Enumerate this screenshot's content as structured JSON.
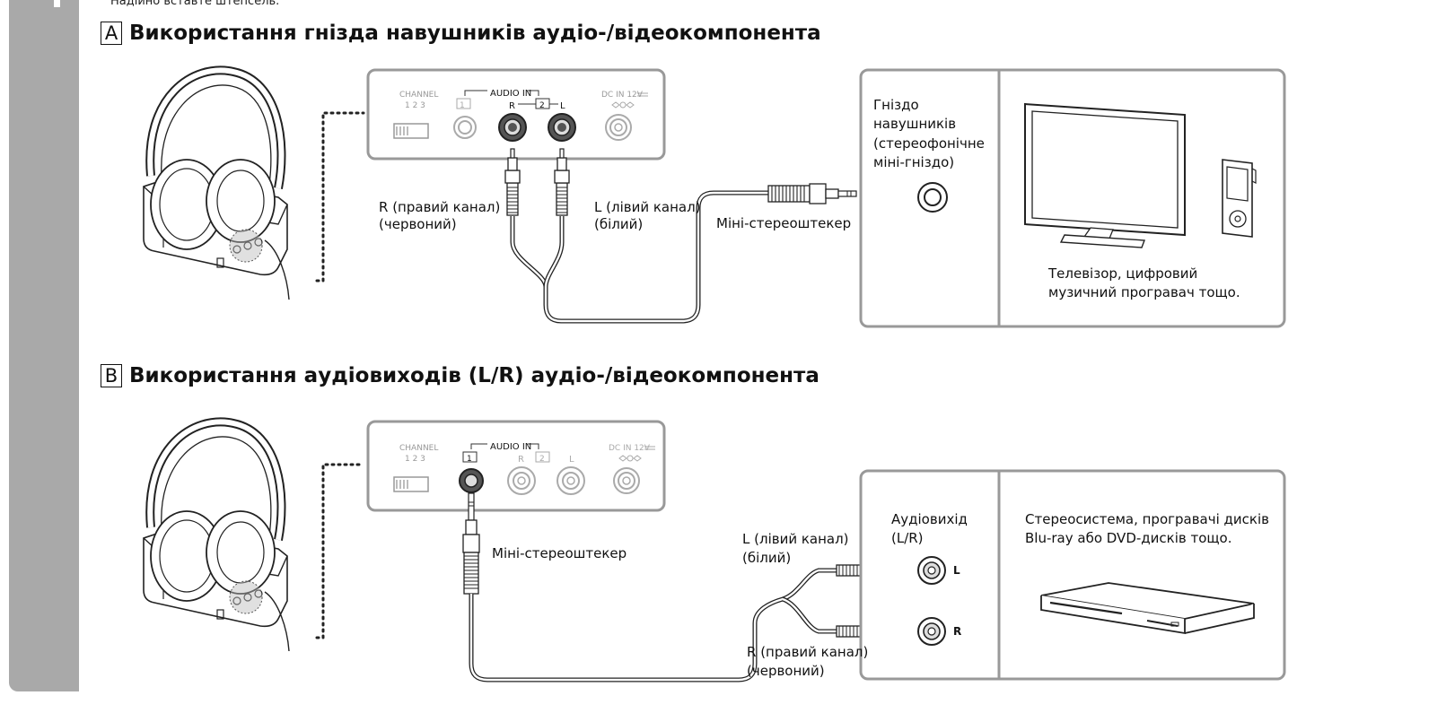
{
  "top_line": "Надійно вставте штепсель.",
  "section_a": {
    "letter": "A",
    "title": "Використання гнізда навушників аудіо-/відеокомпонента",
    "panel": {
      "channel": "CHANNEL",
      "channel_nums": "1 2 3",
      "audio_in": "AUDIO IN",
      "jack1": "1",
      "jack2": "2",
      "r": "R",
      "l": "L",
      "dc_in": "DC IN 12V"
    },
    "r_label_1": "R (правий канал)",
    "r_label_2": "(червоний)",
    "l_label_1": "L (лівий канал)",
    "l_label_2": "(білий)",
    "mini_plug": "Міні-стереоштекер",
    "jack_label_1": "Гніздо",
    "jack_label_2": "навушників",
    "jack_label_3": "(стереофонічне",
    "jack_label_4": "міні-гніздо)",
    "device_label_1": "Телевізор, цифровий",
    "device_label_2": "музичний програвач тощо."
  },
  "section_b": {
    "letter": "B",
    "title": "Використання аудіовиходів (L/R) аудіо-/відеокомпонента",
    "panel": {
      "channel": "CHANNEL",
      "channel_nums": "1 2 3",
      "audio_in": "AUDIO IN",
      "jack1": "1",
      "jack2": "2",
      "r": "R",
      "l": "L",
      "dc_in": "DC IN 12V"
    },
    "mini_plug": "Міні-стереоштекер",
    "l_label_1": "L (лівий канал)",
    "l_label_2": "(білий)",
    "r_label_1": "R (правий канал)",
    "r_label_2": "(червоний)",
    "out_label_1": "Аудіовихід",
    "out_label_2": "(L/R)",
    "jack_l": "L",
    "jack_r": "R",
    "device_label_1": "Стереосистема, програвачі дисків",
    "device_label_2": "Blu-ray або DVD-дисків тощо."
  }
}
